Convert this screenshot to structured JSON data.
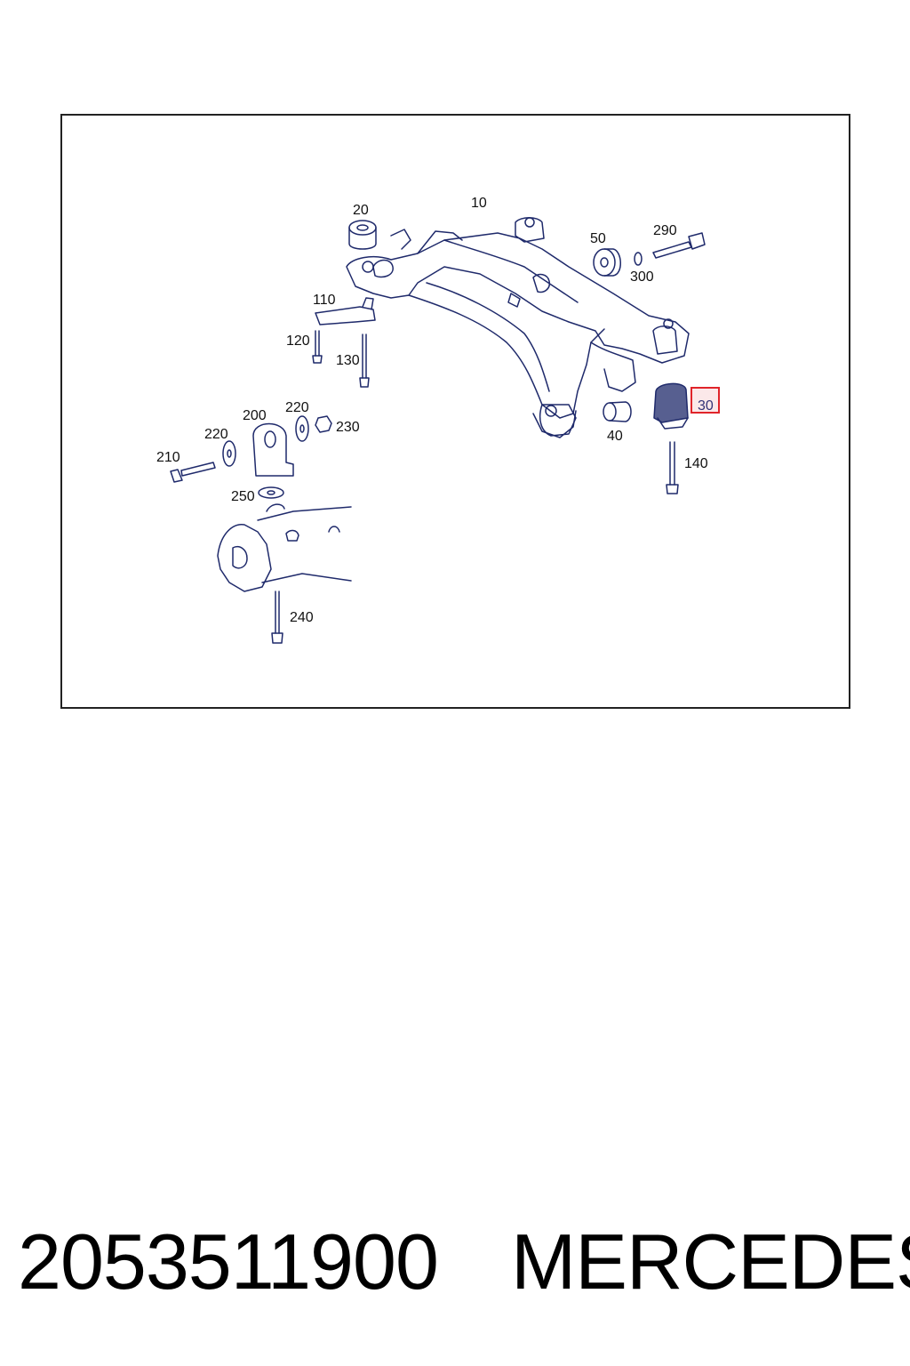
{
  "diagram": {
    "callouts": {
      "c10": "10",
      "c20": "20",
      "c30": "30",
      "c40": "40",
      "c50": "50",
      "c110": "110",
      "c120": "120",
      "c130": "130",
      "c140": "140",
      "c200": "200",
      "c210": "210",
      "c220a": "220",
      "c220b": "220",
      "c230": "230",
      "c240": "240",
      "c250": "250",
      "c290": "290",
      "c300": "300"
    },
    "highlighted_callout": "30",
    "highlight_color": "#e0242a",
    "line_color": "#1f2a6b"
  },
  "caption": {
    "part_number": "2053511900",
    "brand": "MERCEDES"
  }
}
